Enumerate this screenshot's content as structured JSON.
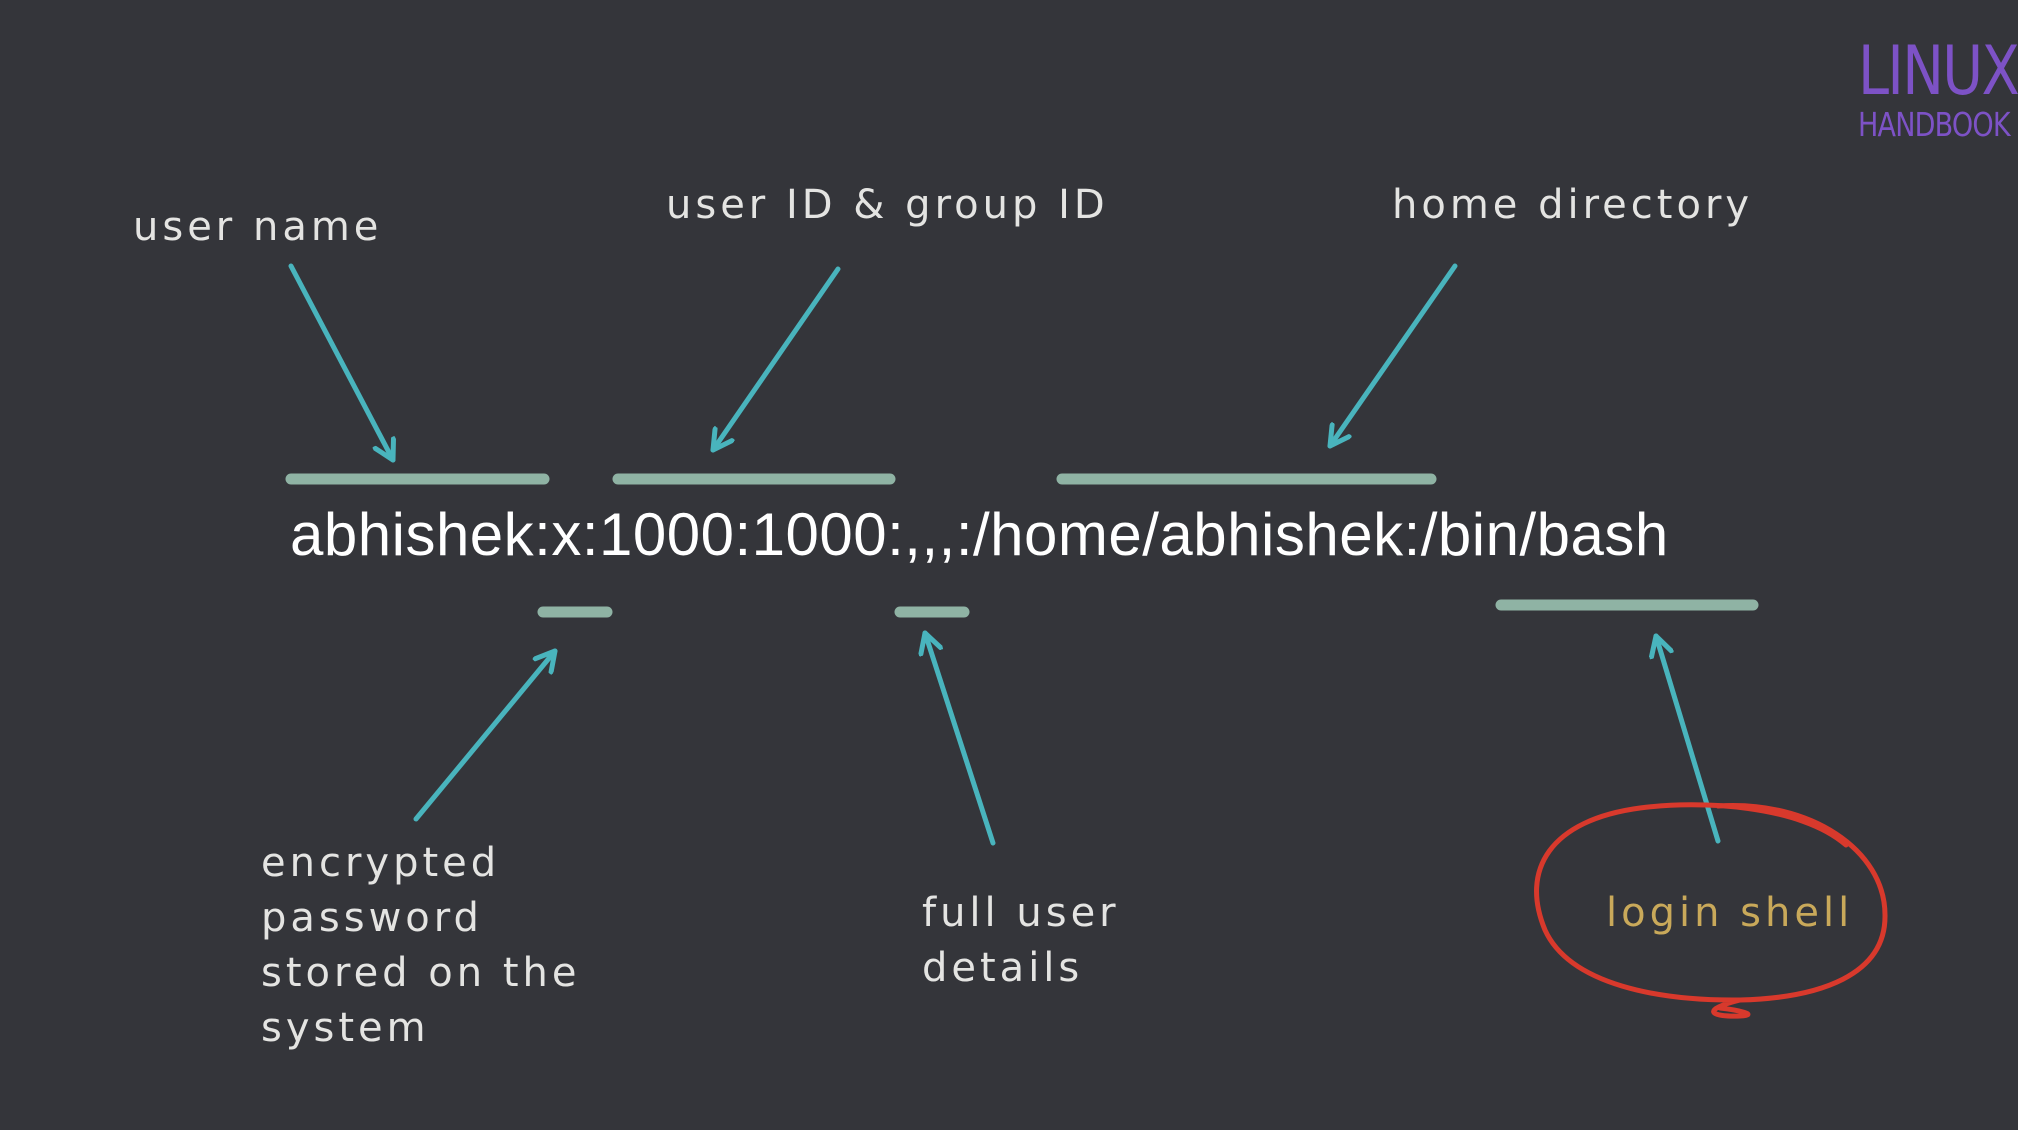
{
  "logo": {
    "line1": "LINUX",
    "line2": "HANDBOOK"
  },
  "passwd_line": "abhishek:x:1000:1000:,,,:/home/abhishek:/bin/bash",
  "labels": {
    "user_name": "user name",
    "user_group_id": "user ID & group ID",
    "home_directory": "home directory",
    "encrypted_password": "encrypted\npassword\nstored on the\nsystem",
    "full_user_details": "full user\ndetails",
    "login_shell": "login shell"
  },
  "colors": {
    "background": "#34353a",
    "arrow": "#49b4bd",
    "underline": "#8fb3a4",
    "text": "#e4e4e2",
    "highlight_text": "#c9a95a",
    "circle": "#d8392c",
    "logo": "#7d52c6"
  }
}
